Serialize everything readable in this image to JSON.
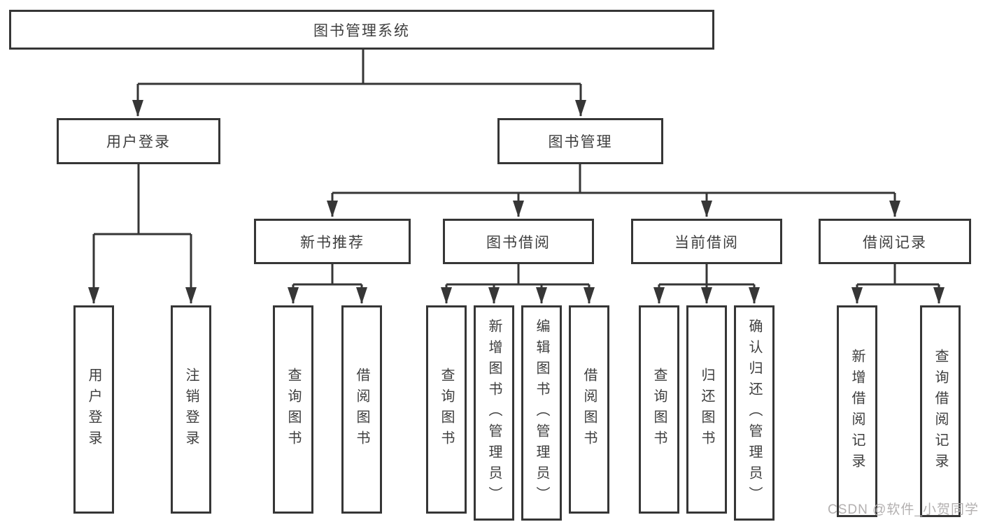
{
  "diagram": {
    "root": {
      "label": "图书管理系统"
    },
    "level2": [
      {
        "label": "用户登录"
      },
      {
        "label": "图书管理"
      }
    ],
    "level3": [
      {
        "label": "新书推荐"
      },
      {
        "label": "图书借阅"
      },
      {
        "label": "当前借阅"
      },
      {
        "label": "借阅记录"
      }
    ],
    "leaves": {
      "user_login": [
        {
          "label": "用户登录"
        },
        {
          "label": "注销登录"
        }
      ],
      "new_book_recommendation": [
        {
          "label": "查询图书"
        },
        {
          "label": "借阅图书"
        }
      ],
      "book_borrowing": [
        {
          "label": "查询图书"
        },
        {
          "label": "新增图书（管理员）"
        },
        {
          "label": "编辑图书（管理员）"
        },
        {
          "label": "借阅图书"
        }
      ],
      "current_borrowing": [
        {
          "label": "查询图书"
        },
        {
          "label": "归还图书"
        },
        {
          "label": "确认归还（管理员）"
        }
      ],
      "borrowing_records": [
        {
          "label": "新增借阅记录"
        },
        {
          "label": "查询借阅记录"
        }
      ]
    },
    "watermark": "CSDN @软件_小贺同学",
    "colors": {
      "line": "#363636",
      "text": "#3e3e3e",
      "background": "#ffffff",
      "watermark": "#b3b0b0"
    }
  }
}
